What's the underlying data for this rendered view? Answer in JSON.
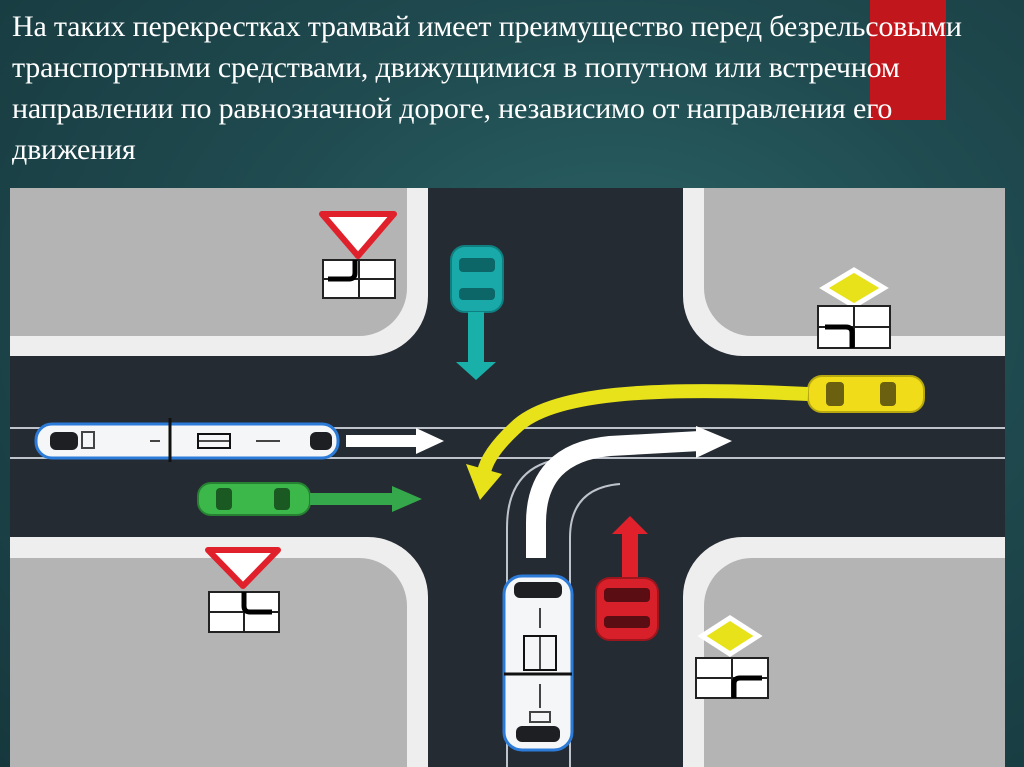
{
  "slide": {
    "title": "На таких перекрестках трамвай имеет преимущество перед безрельсовыми транспортными средствами, движущимися в попутном или встречном направлении по равнозначной дороге, независимо от направления его движения"
  },
  "colors": {
    "background": "#1f4a4f",
    "accent": "#c0161c",
    "asphalt": "#252b33",
    "sidewalk_block": "#b4b4b4",
    "curb": "#eeeeee",
    "lane_line": "#bfc4cc",
    "yellow_arrow": "#e8e21a",
    "white_arrow": "#ffffff",
    "teal_arrow": "#18b0a8",
    "green_arrow": "#34a84a",
    "red_arrow": "#e0202a",
    "yield_sign_border": "#e0202a",
    "priority_sign": "#e8e21a"
  },
  "scene": {
    "signs": [
      {
        "name": "yield-sign-top-left",
        "type": "yield"
      },
      {
        "name": "priority-road-sign-top-right",
        "type": "priority-road"
      },
      {
        "name": "yield-sign-bottom-left",
        "type": "yield"
      },
      {
        "name": "priority-road-sign-bottom-right",
        "type": "priority-road"
      }
    ],
    "vehicles": [
      {
        "name": "teal-car",
        "type": "car",
        "color": "#19a9a9",
        "heading": "south",
        "arrow": "straight"
      },
      {
        "name": "yellow-car",
        "type": "car",
        "color": "#f0dc18",
        "heading": "west",
        "arrow": "left-turn"
      },
      {
        "name": "green-car",
        "type": "car",
        "color": "#3cb84a",
        "heading": "east",
        "arrow": "straight"
      },
      {
        "name": "red-car",
        "type": "car",
        "color": "#d8202a",
        "heading": "north",
        "arrow": "straight"
      },
      {
        "name": "tram-west",
        "type": "tram",
        "color": "#f4f6f8",
        "heading": "east",
        "arrow": "straight"
      },
      {
        "name": "tram-south",
        "type": "tram",
        "color": "#f4f6f8",
        "heading": "north",
        "arrow": "right-turn"
      }
    ]
  }
}
